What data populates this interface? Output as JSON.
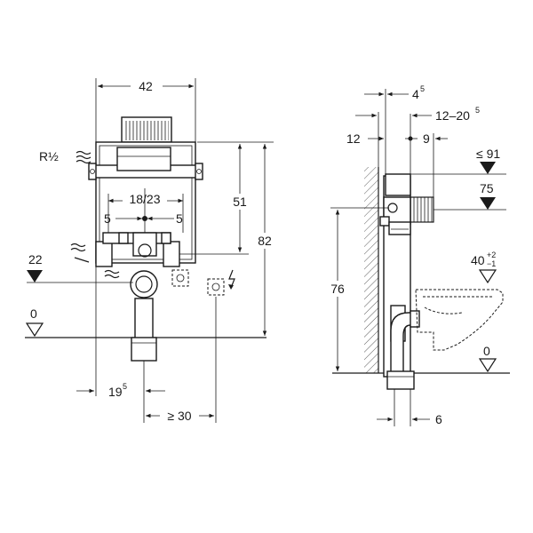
{
  "front_view": {
    "width": "42",
    "connection": "R½",
    "inlet_spacing": "18/23",
    "inlet_offset_left": "5",
    "inlet_offset_right": "5",
    "height_upper": "51",
    "height_total": "82",
    "level_22": "22",
    "floor_level": "0",
    "offset_drain_base": "19",
    "offset_drain_sup": "5",
    "min_spacing": "≥ 30"
  },
  "side_view": {
    "top_4_base": "4",
    "top_4_sup": "5",
    "range_base": "12–20",
    "range_sup": "5",
    "dim_12": "12",
    "dim_9": "9",
    "max_height": "≤ 91",
    "level_75": "75",
    "height_76": "76",
    "bowl_height": "40",
    "bowl_tol_plus": "+2",
    "bowl_tol_minus": "−1",
    "floor_level": "0",
    "offset_6": "6"
  }
}
